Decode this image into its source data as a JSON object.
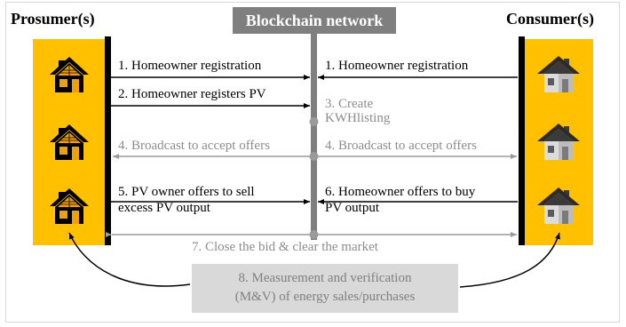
{
  "headers": {
    "prosumer": "Prosumer(s)",
    "blockchain": "Blockchain network",
    "consumer": "Consumer(s)"
  },
  "steps": {
    "s1_left": "1. Homeowner registration",
    "s1_right": "1. Homeowner registration",
    "s2": "2. Homeowner registers PV",
    "s3_line1": "3. Create",
    "s3_line2": "KWHlisting",
    "s4_left": "4. Broadcast to accept offers",
    "s4_right": "4. Broadcast to accept offers",
    "s5_line1": "5. PV owner offers to sell",
    "s5_line2": "excess PV output",
    "s6_line1": "6. Homeowner offers to buy",
    "s6_line2": "PV output",
    "s7": "7. Close the bid & clear the market",
    "s8_line1": "8. Measurement and verification",
    "s8_line2": "(M&V) of energy sales/purchases"
  },
  "colors": {
    "panel": "#ffc000",
    "blockchain": "#7f7f7f",
    "grey_text": "#8c8c8c",
    "mv_box": "#d9d9d9",
    "solar_roof": "#f0a000",
    "consumer_roof": "#3a3a3a"
  },
  "icons": {
    "prosumer_house": "solar-house-icon",
    "consumer_house": "house-icon"
  }
}
